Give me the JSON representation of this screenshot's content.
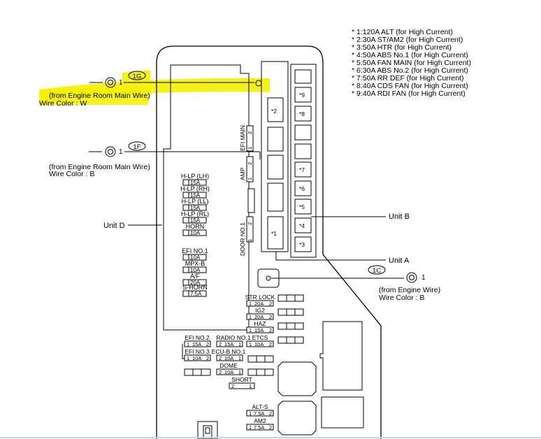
{
  "legend": [
    "* 1:120A ALT (for High Current)",
    "* 2:30A ST/AM2 (for High Current)",
    "* 3:50A HTR (for High Current)",
    "* 4:50A ABS No.1 (for High Current)",
    "* 5:50A FAN MAIN (for High Current)",
    "* 6:30A ABS No.2 (for High Current)",
    "* 7:50A RR DEF (for High Current)",
    "* 8:40A CDS FAN (for High Current)",
    "* 9:40A RDI FAN (for High Current)"
  ],
  "connectors": {
    "c1g": {
      "tag": "1G",
      "pin": "1",
      "from": "(from Engine Room Main Wire)",
      "color": "Wire Color : W"
    },
    "c1f": {
      "tag": "1F",
      "pin": "1",
      "from": "(from Engine Room Main Wire)",
      "color": "Wire Color : B"
    },
    "c1c": {
      "tag": "1C",
      "pin": "1",
      "from": "(from Engine Wire)",
      "color": "Wire Color : B"
    }
  },
  "units": {
    "d": "Unit D",
    "b": "Unit B",
    "a": "Unit A"
  },
  "unit_d_fuses": [
    {
      "name": "H-LP (LH)",
      "amp": "15A"
    },
    {
      "name": "H-LP (RH)",
      "amp": "15A"
    },
    {
      "name": "H-LP (LL)",
      "amp": "15A"
    },
    {
      "name": "H-LP (RL)",
      "amp": "15A"
    },
    {
      "name": "HORN",
      "amp": "10A"
    },
    {
      "name": "EFI NO.1",
      "amp": "10A"
    },
    {
      "name": "MPX-B",
      "amp": "10A"
    },
    {
      "name": "A/F",
      "amp": "20A"
    },
    {
      "name": "S-HORN",
      "amp": "7.5A"
    }
  ],
  "relays": {
    "efi_main": "EFI MAIN",
    "amp": "AMP",
    "door": "DOOR NO.1"
  },
  "unit_a_labels": {
    "s2": "*2",
    "s1": "*1"
  },
  "unit_b_labels": {
    "s9": "*9",
    "s8": "*8",
    "s7": "*7",
    "s6": "*6",
    "s5": "*5",
    "s4": "*4",
    "s3": "*3"
  },
  "right_fuses": {
    "str_lock": "STR LOCK",
    "str_lock_a": "20A",
    "ig2": "IG2",
    "ig2_a": "20A",
    "haz": "HAZ",
    "haz_a": "15A",
    "etcs": "ETCS",
    "etcs_a": "10A"
  },
  "lower_fuses": {
    "efi_no2": "EFI NO.2",
    "efi_no2_a": "15A",
    "radio_no1": "RADIO NO.1",
    "radio_no1_a": "15A",
    "efi_no3": "EFI NO.3",
    "efi_no3_a": "10A",
    "ecu_b_no1": "ECU-B NO.1",
    "ecu_b_no1_a": "10A",
    "dome": "DOME",
    "dome_a": "10A",
    "short": "SHORT",
    "alt_s": "ALT-S",
    "alt_s_a": "7.5A",
    "am2": "AM2",
    "am2_a": "7.5A"
  },
  "pins": {
    "p1": "1",
    "p2": "2"
  },
  "colors": {
    "highlight": "#f4f000",
    "line": "#000000"
  }
}
